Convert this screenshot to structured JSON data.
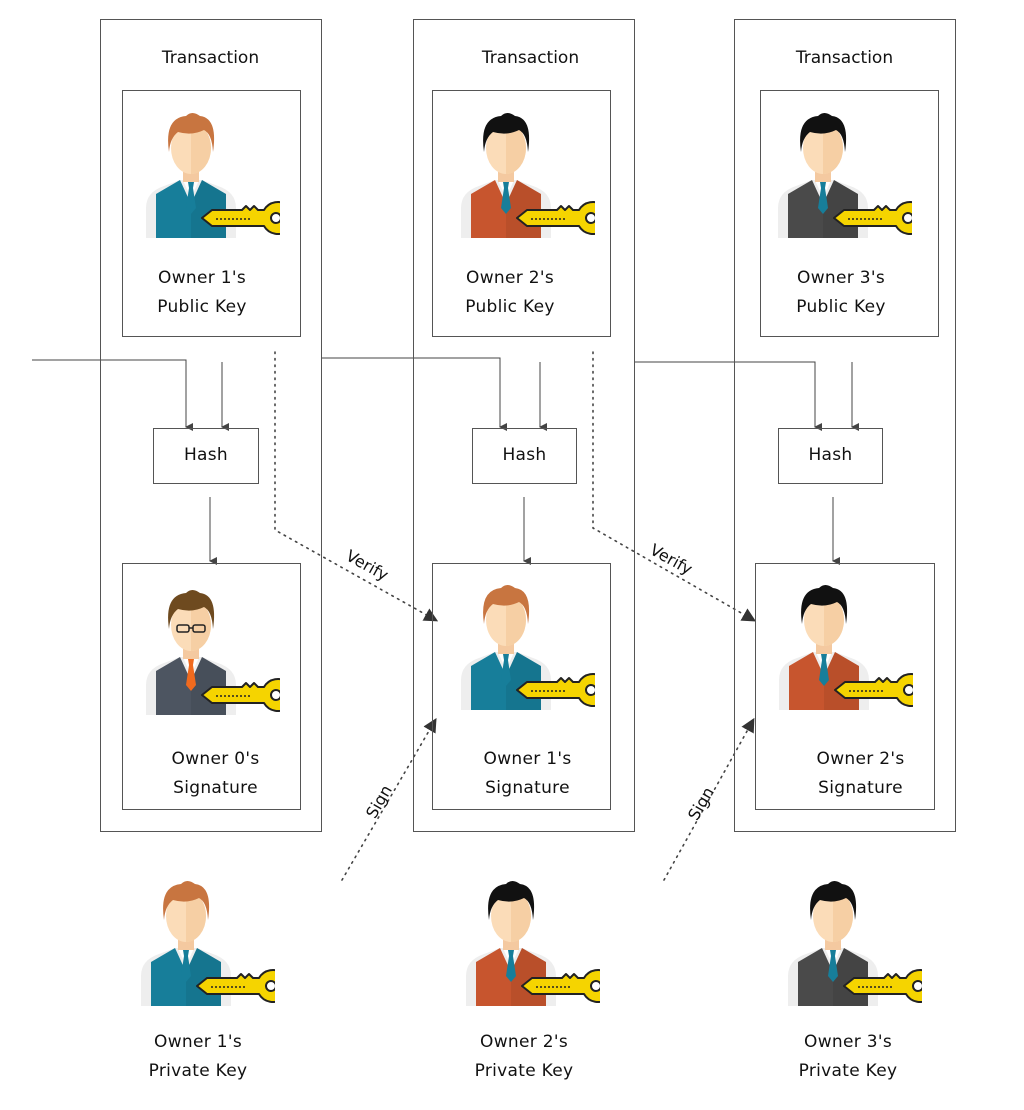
{
  "columns": [
    {
      "title": "Transaction",
      "public_key": [
        "Owner 1's",
        "Public Key"
      ],
      "hash": "Hash",
      "signature": [
        "Owner 0's",
        "Signature"
      ],
      "private_key": [
        "Owner 1's",
        "Private Key"
      ]
    },
    {
      "title": "Transaction",
      "public_key": [
        "Owner 2's",
        "Public Key"
      ],
      "hash": "Hash",
      "signature": [
        "Owner 1's",
        "Signature"
      ],
      "private_key": [
        "Owner 2's",
        "Private Key"
      ]
    },
    {
      "title": "Transaction",
      "public_key": [
        "Owner 3's",
        "Public Key"
      ],
      "hash": "Hash",
      "signature": [
        "Owner 2's",
        "Signature"
      ],
      "private_key": [
        "Owner 3's",
        "Private Key"
      ]
    }
  ],
  "edge_labels": {
    "verify": "Verify",
    "sign": "Sign"
  },
  "owner_colors": {
    "owner0": {
      "hair": "#6e4a1f",
      "vest": "#4d5561",
      "tie": "#f06a1e",
      "glasses": true
    },
    "owner1": {
      "hair": "#c87540",
      "vest": "#177e9a",
      "tie": "#177e9a"
    },
    "owner2": {
      "hair": "#111111",
      "vest": "#c7552e",
      "tie": "#177e9a"
    },
    "owner3": {
      "hair": "#111111",
      "vest": "#4a4a4a",
      "tie": "#177e9a"
    }
  },
  "key_color": "#f5d400"
}
